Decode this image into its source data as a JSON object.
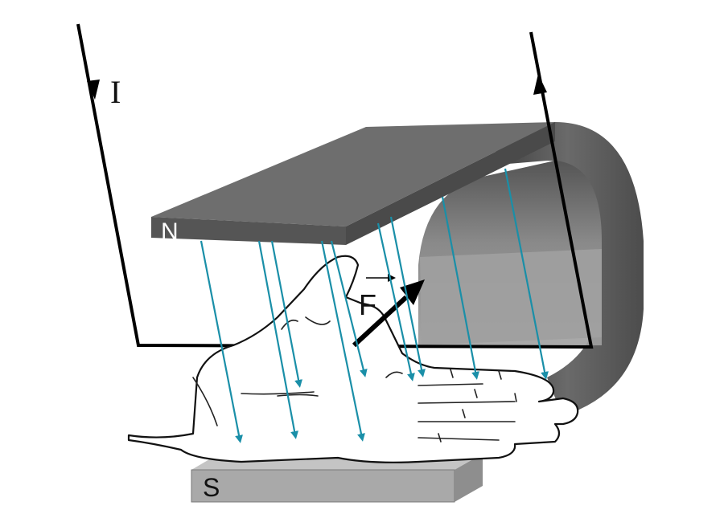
{
  "labels": {
    "current": "I",
    "north": "N",
    "south": "S",
    "force": "F"
  },
  "colors": {
    "magnet_top": "#6b6b6b",
    "magnet_edge": "#4a4a4a",
    "magnet_curve": "#585858",
    "magnet_inner": "#8f8f8f",
    "south_pole": "#a9a9a9",
    "field_lines": "#1a8fa8",
    "wire": "#000000"
  }
}
